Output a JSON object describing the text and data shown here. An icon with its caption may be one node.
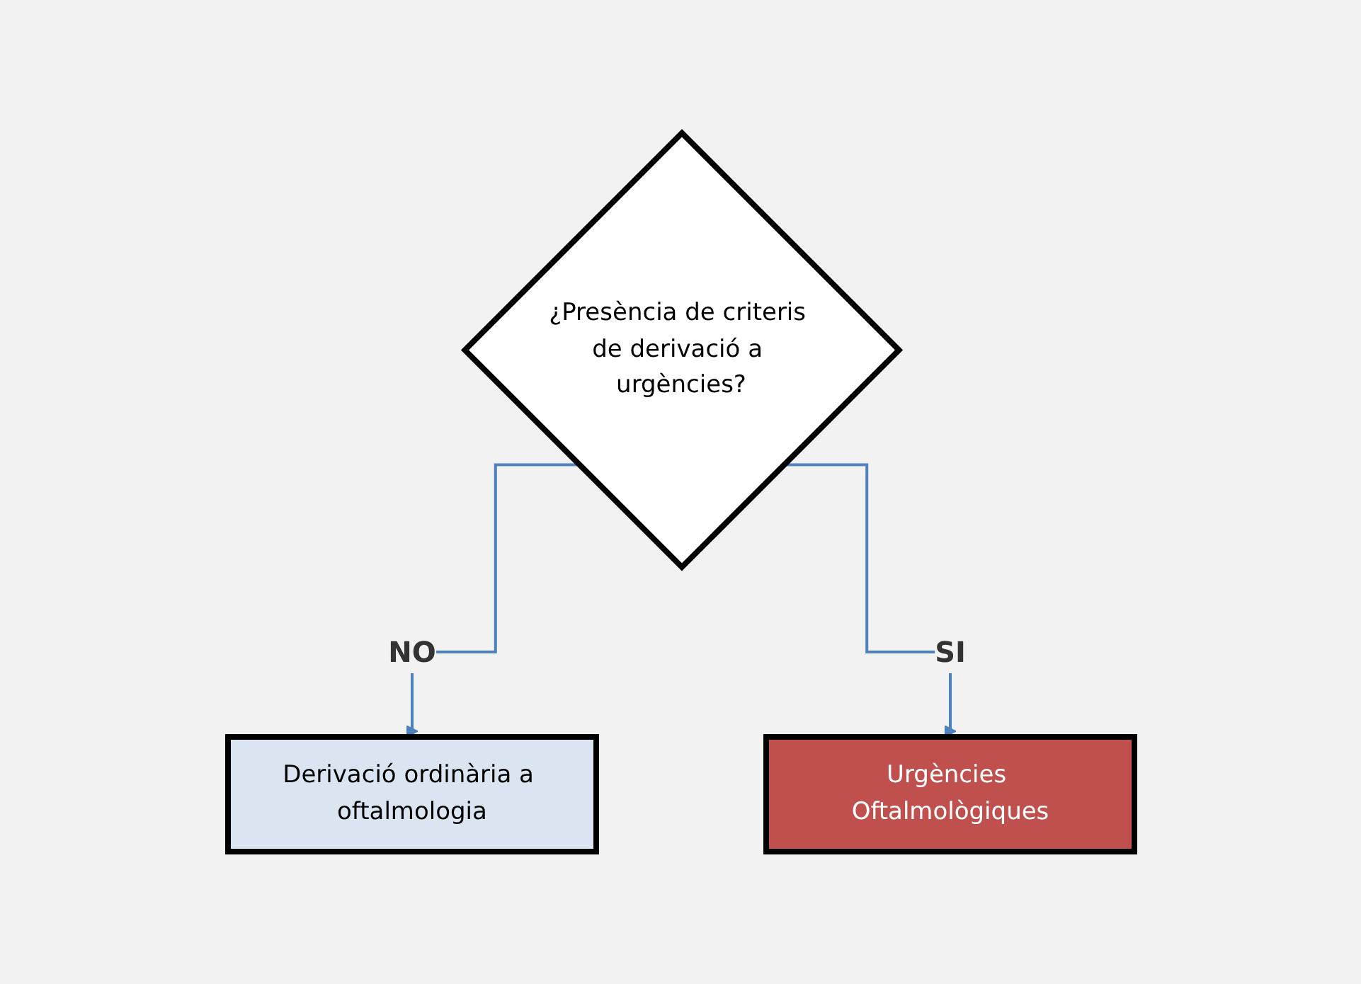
{
  "diagram": {
    "nodes": [
      {
        "text": [
          "¿Presència de criteris de derivació a urgències?"
        ]
      },
      {
        "text": [
          "Derivació ordinària a oftalmologia"
        ]
      },
      {
        "text": [
          "Urgències Oftalmològiques"
        ]
      }
    ],
    "edges": [
      {
        "from": 0,
        "to": 1,
        "arrow": "to",
        "label": "NO"
      },
      {
        "from": 0,
        "to": 2,
        "arrow": "to",
        "label": "SI"
      }
    ]
  }
}
